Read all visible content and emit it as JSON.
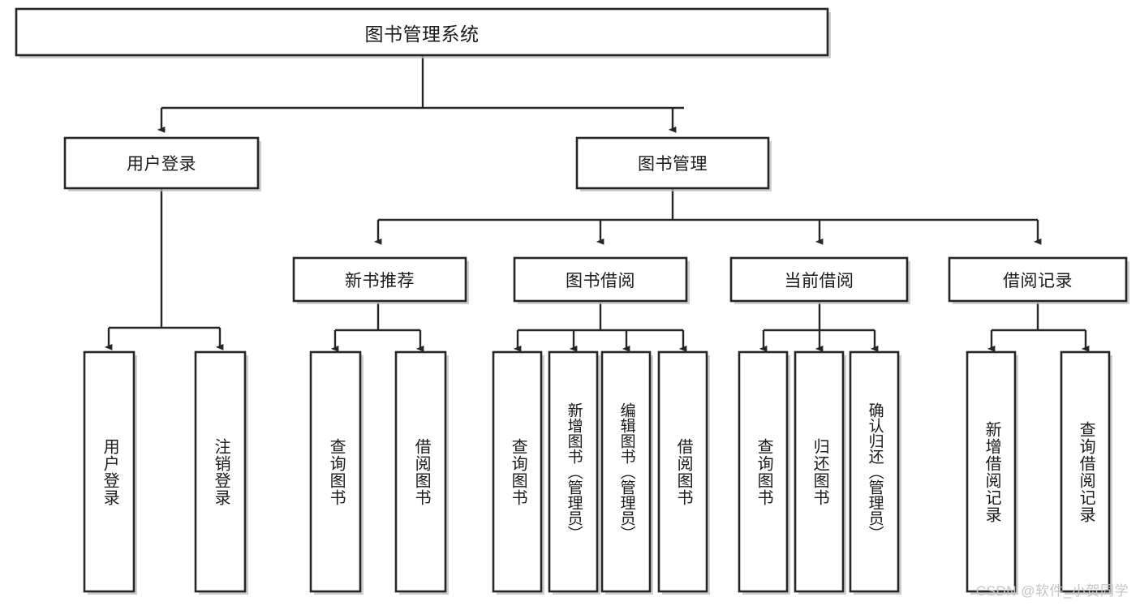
{
  "diagram": {
    "title": "图书管理系统",
    "type": "tree",
    "root": {
      "id": "root",
      "label": "图书管理系统"
    },
    "level1": [
      {
        "id": "user-login",
        "label": "用户登录"
      },
      {
        "id": "book-management",
        "label": "图书管理"
      }
    ],
    "level2": [
      {
        "id": "new-book-recommend",
        "label": "新书推荐",
        "parent": "book-management"
      },
      {
        "id": "book-borrow",
        "label": "图书借阅",
        "parent": "book-management"
      },
      {
        "id": "current-borrow",
        "label": "当前借阅",
        "parent": "book-management"
      },
      {
        "id": "borrow-record",
        "label": "借阅记录",
        "parent": "book-management"
      }
    ],
    "leaves": [
      {
        "id": "leaf-user-login",
        "label": "用户登录",
        "parent": "user-login"
      },
      {
        "id": "leaf-user-logout",
        "label": "注销登录",
        "parent": "user-login"
      },
      {
        "id": "leaf-query-book-1",
        "label": "查询图书",
        "parent": "new-book-recommend"
      },
      {
        "id": "leaf-borrow-book-1",
        "label": "借阅图书",
        "parent": "new-book-recommend"
      },
      {
        "id": "leaf-query-book-2",
        "label": "查询图书",
        "parent": "book-borrow"
      },
      {
        "id": "leaf-add-book",
        "label": "新增图书（管理员）",
        "parent": "book-borrow"
      },
      {
        "id": "leaf-edit-book",
        "label": "编辑图书（管理员）",
        "parent": "book-borrow"
      },
      {
        "id": "leaf-borrow-book-2",
        "label": "借阅图书",
        "parent": "book-borrow"
      },
      {
        "id": "leaf-query-book-3",
        "label": "查询图书",
        "parent": "current-borrow"
      },
      {
        "id": "leaf-return-book",
        "label": "归还图书",
        "parent": "current-borrow"
      },
      {
        "id": "leaf-confirm-return",
        "label": "确认归还（管理员）",
        "parent": "current-borrow"
      },
      {
        "id": "leaf-add-record",
        "label": "新增借阅记录",
        "parent": "borrow-record"
      },
      {
        "id": "leaf-query-record",
        "label": "查询借阅记录",
        "parent": "borrow-record"
      }
    ],
    "colors": {
      "stroke": "#262626",
      "box_fill": "#ffffff",
      "text": "#1a1a1a",
      "background": "#ffffff",
      "watermark": "#c4c4c4"
    }
  },
  "watermark": {
    "text": "CSDN @软件_小贺同学"
  }
}
